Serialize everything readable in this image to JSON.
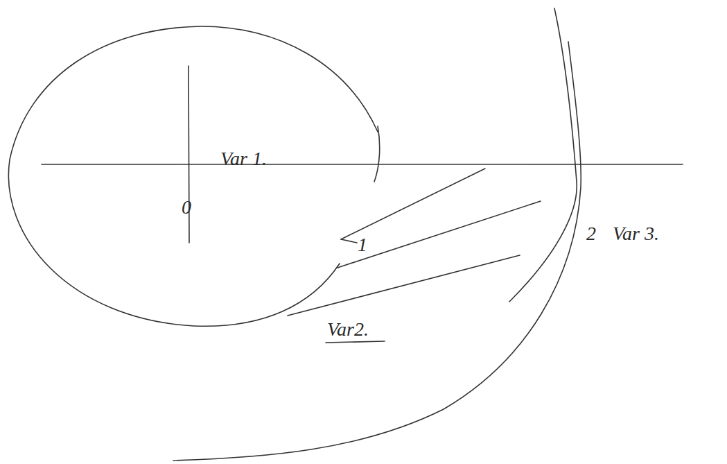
{
  "diagram": {
    "labels": [
      "Var 1.",
      "0",
      "1",
      "2",
      "Var 3.",
      "Var2."
    ]
  }
}
